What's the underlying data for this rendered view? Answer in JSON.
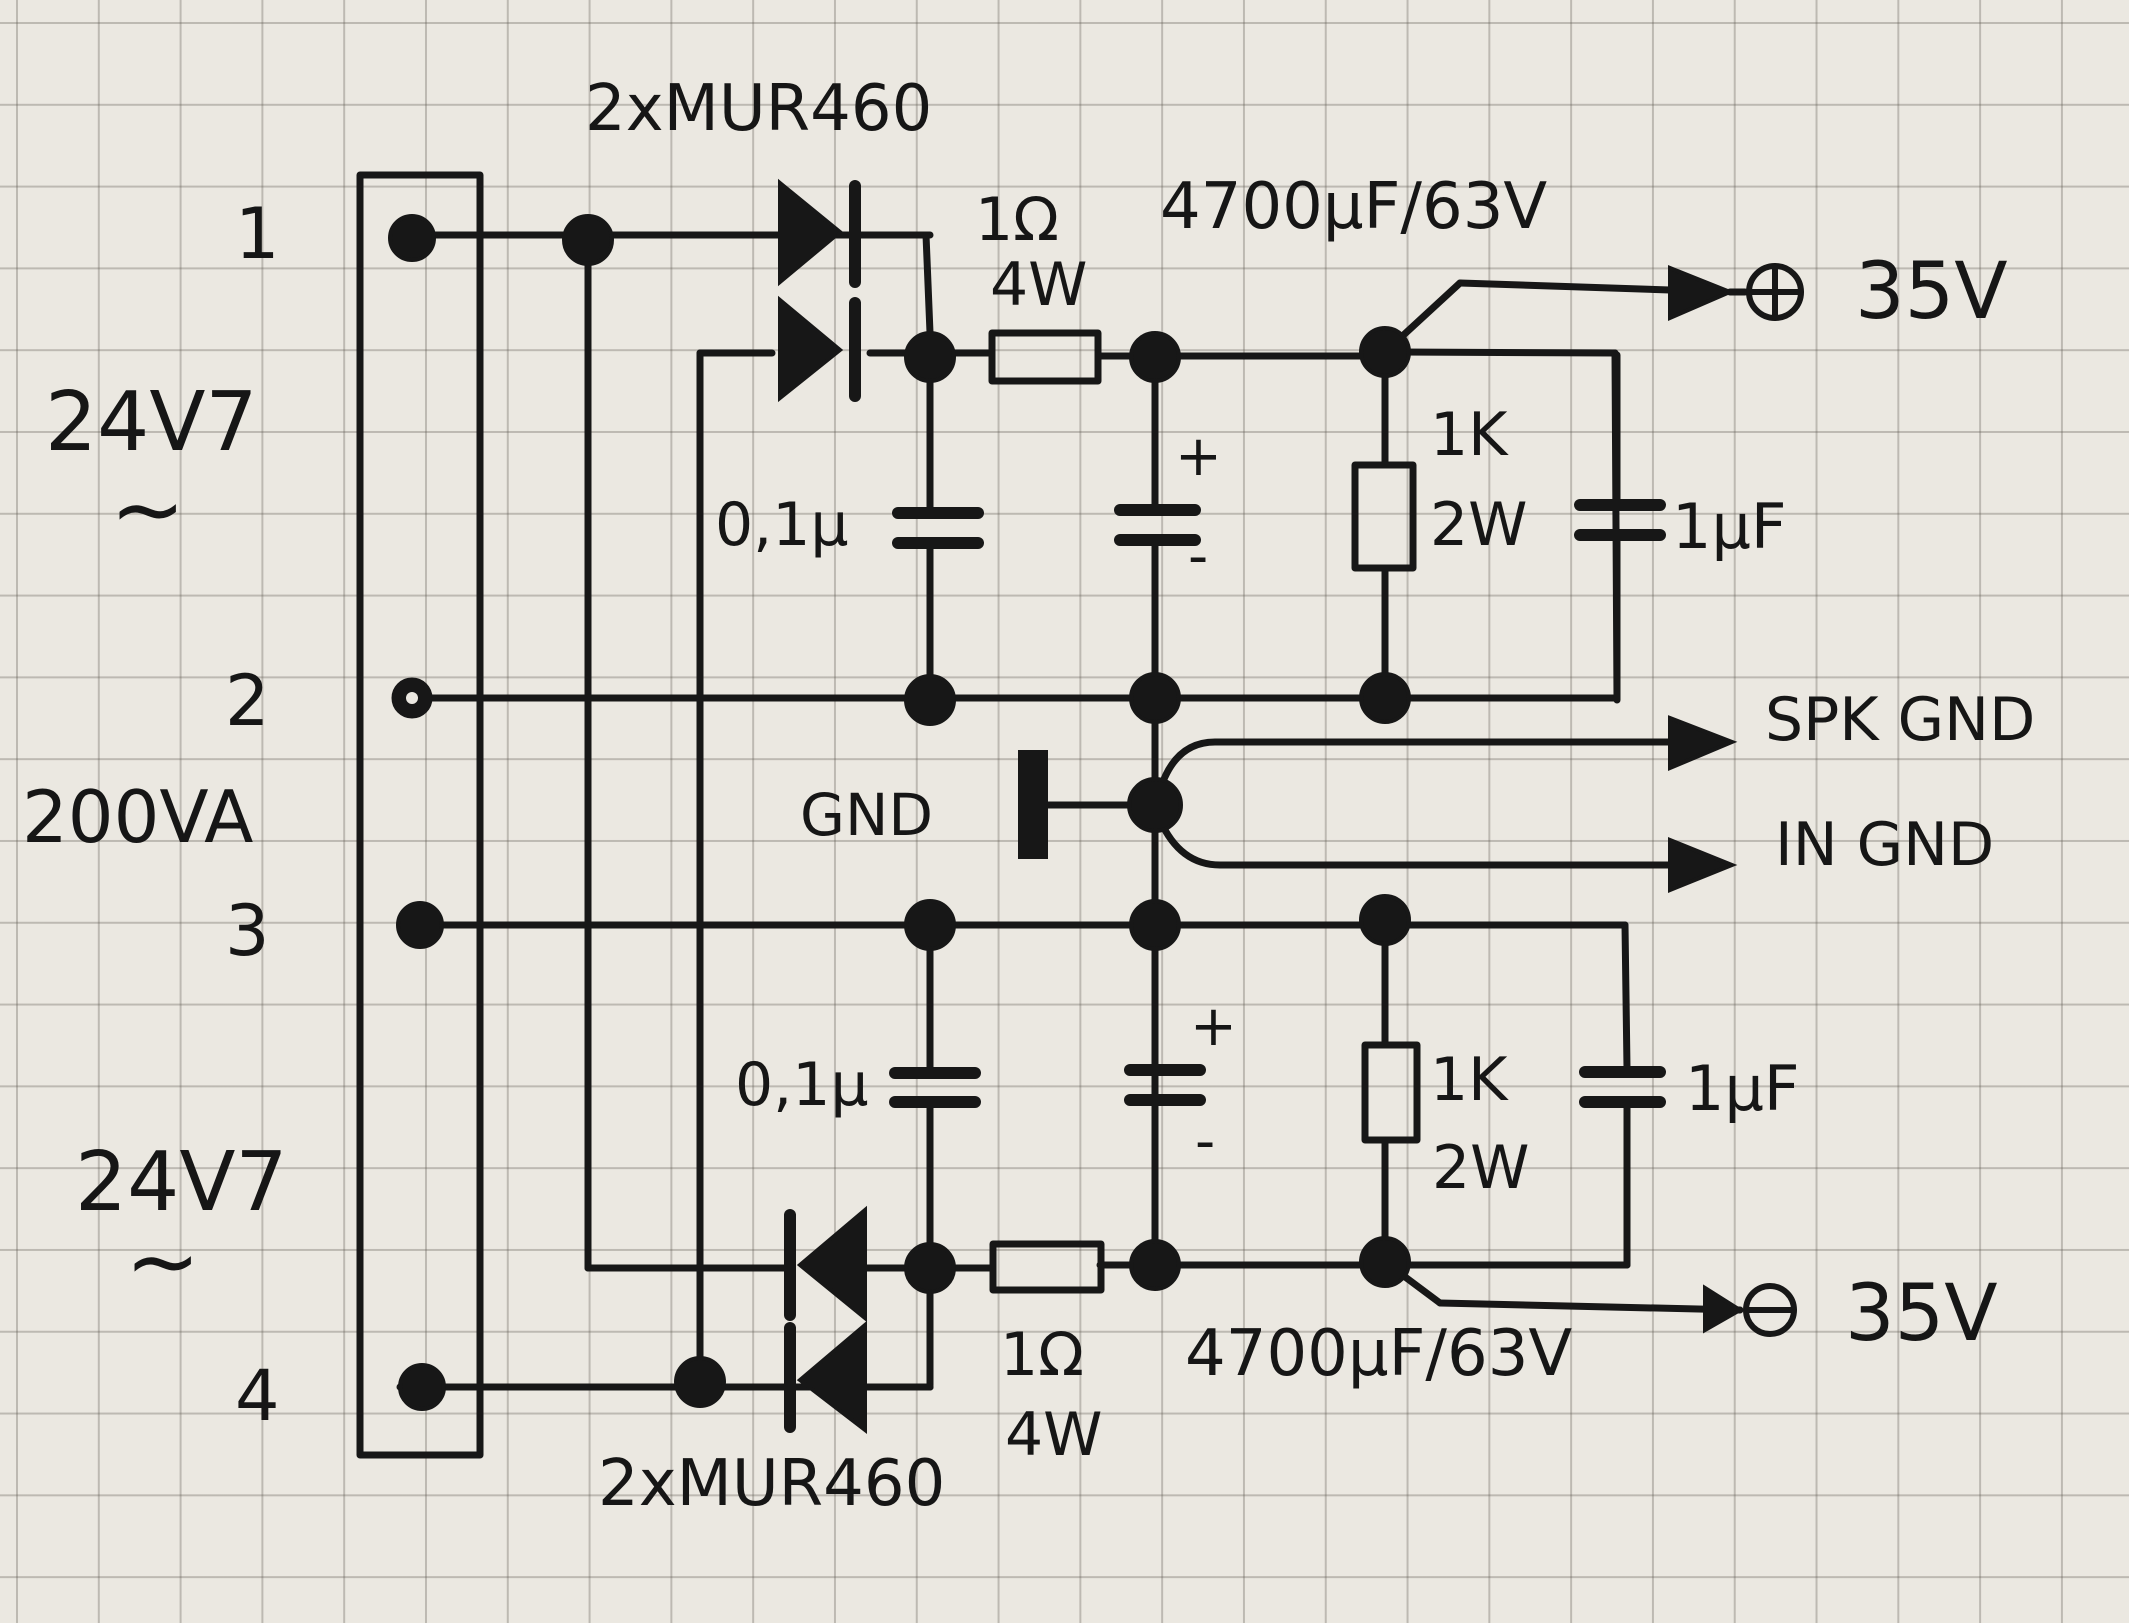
{
  "transformer": {
    "terminals": [
      "1",
      "2",
      "3",
      "4"
    ],
    "secondary_top": [
      "24V7",
      "~"
    ],
    "secondary_bottom": [
      "24V7",
      "~"
    ],
    "rating": "200VA"
  },
  "top_rail": {
    "diodes": "2xMUR460",
    "resistor": [
      "1Ω",
      "4W"
    ],
    "cap_small": "0,1μ",
    "cap_main": "4700μF/63V",
    "cap_plus": "+",
    "cap_minus": "-",
    "bleeder": [
      "1K",
      "2W"
    ],
    "cap_film": "1μF",
    "output": "35V",
    "output_sign": "+"
  },
  "ground": {
    "gnd_label": "GND",
    "spk_gnd": "SPK GND",
    "in_gnd": "IN GND"
  },
  "bottom_rail": {
    "diodes": "2xMUR460",
    "resistor": [
      "1Ω",
      "4W"
    ],
    "cap_small": "0,1μ",
    "cap_main": "4700μF/63V",
    "cap_plus": "+",
    "cap_minus": "-",
    "bleeder": [
      "1K",
      "2W"
    ],
    "cap_film": "1μF",
    "output": "35V",
    "output_sign": "-"
  }
}
